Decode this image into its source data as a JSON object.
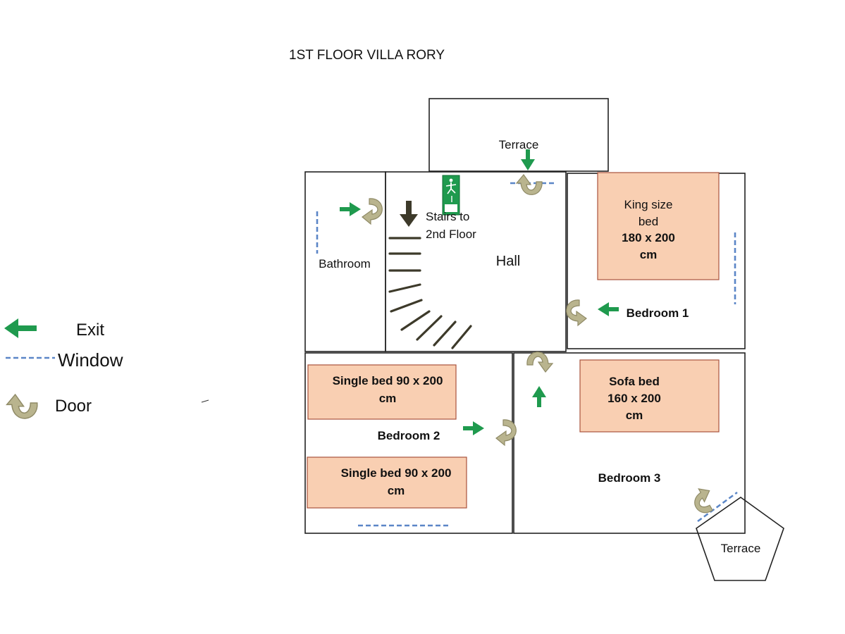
{
  "title": "1ST FLOOR VILLA RORY",
  "legend": {
    "exit_label": "Exit",
    "window_label": "Window",
    "door_label": "Door"
  },
  "rooms": {
    "terrace_top": "Terrace",
    "bathroom": "Bathroom",
    "stairs_line1": "Stairs to",
    "stairs_line2": "2nd Floor",
    "hall": "Hall",
    "bedroom1": "Bedroom 1",
    "bedroom2": "Bedroom 2",
    "bedroom3": "Bedroom 3",
    "terrace_bottom": "Terrace"
  },
  "beds": {
    "king_line1": "King size",
    "king_line2": "bed",
    "king_line3": "180 x 200",
    "king_line4": "cm",
    "single1_line1": "Single bed  90 x 200",
    "single1_line2": "cm",
    "single2_line1": "Single  bed 90 x 200",
    "single2_line2": "cm",
    "sofa_line1": "Sofa bed",
    "sofa_line2": "160 x 200",
    "sofa_line3": "cm"
  },
  "colors": {
    "exit_arrow": "#1f9a4e",
    "door_symbol": "#b9b48e",
    "window_line": "#5b86c7",
    "bed_fill": "#f9cfb2",
    "stairs_arrow": "#3d3a2a"
  },
  "icons": {
    "emergency_exit_sign": "emergency-exit-sign-icon"
  }
}
